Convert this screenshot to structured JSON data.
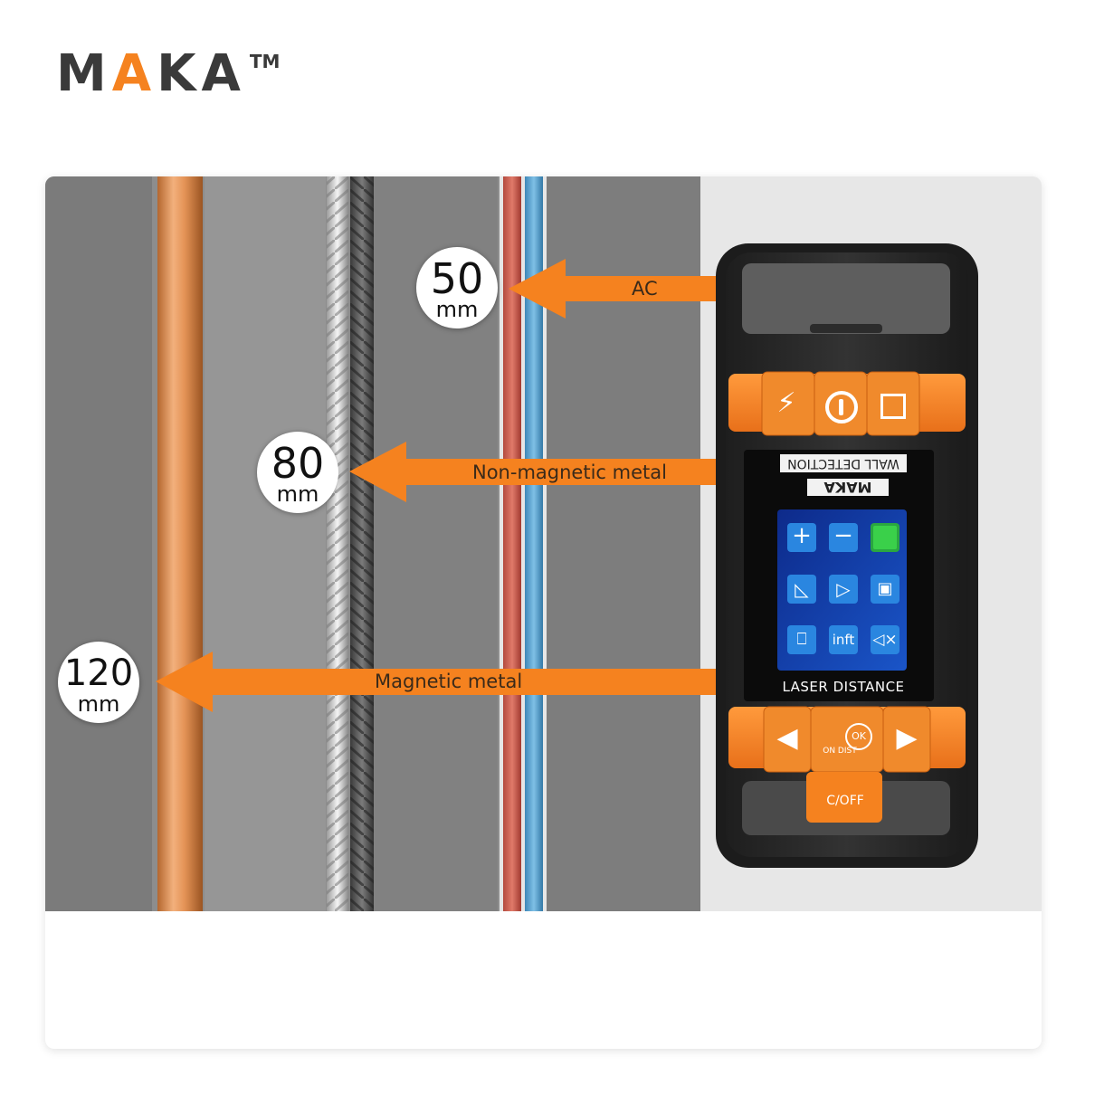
{
  "brand": {
    "name_left": "M",
    "name_accent": "A",
    "name_right": "KA",
    "trademark": "TM"
  },
  "annotations": [
    {
      "distance": "50",
      "unit": "mm",
      "label": "AC"
    },
    {
      "distance": "80",
      "unit": "mm",
      "label": "Non-magnetic metal"
    },
    {
      "distance": "120",
      "unit": "mm",
      "label": "Magnetic metal"
    }
  ],
  "device": {
    "screen_top_text": "WALL DETECTION",
    "screen_brand": "MAKA",
    "screen_bottom_text": "LASER DISTANCE",
    "icon_labels": {
      "inft": "inft"
    },
    "buttons": {
      "ok": "OK",
      "on_dist": "ON DIST",
      "c_off": "C/OFF"
    }
  },
  "colors": {
    "accent": "#f5821f",
    "wall": "#8a8a8a",
    "device": "#2b2b2b"
  }
}
